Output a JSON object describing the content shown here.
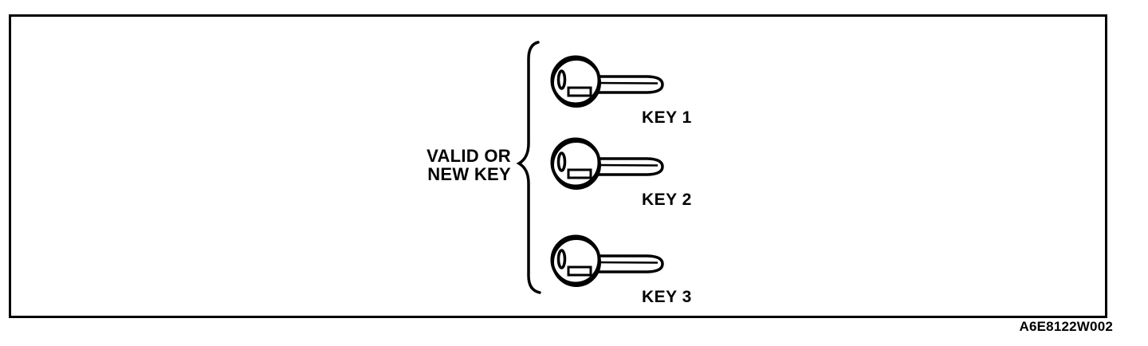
{
  "figure": {
    "type": "technical-illustration",
    "brace_label": {
      "line1": "VALID OR",
      "line2": "NEW KEY"
    },
    "keys": [
      {
        "label": "KEY 1"
      },
      {
        "label": "KEY 2"
      },
      {
        "label": "KEY 3"
      }
    ],
    "code": "A6E8122W002",
    "colors": {
      "ink": "#000000",
      "background": "#ffffff"
    }
  }
}
